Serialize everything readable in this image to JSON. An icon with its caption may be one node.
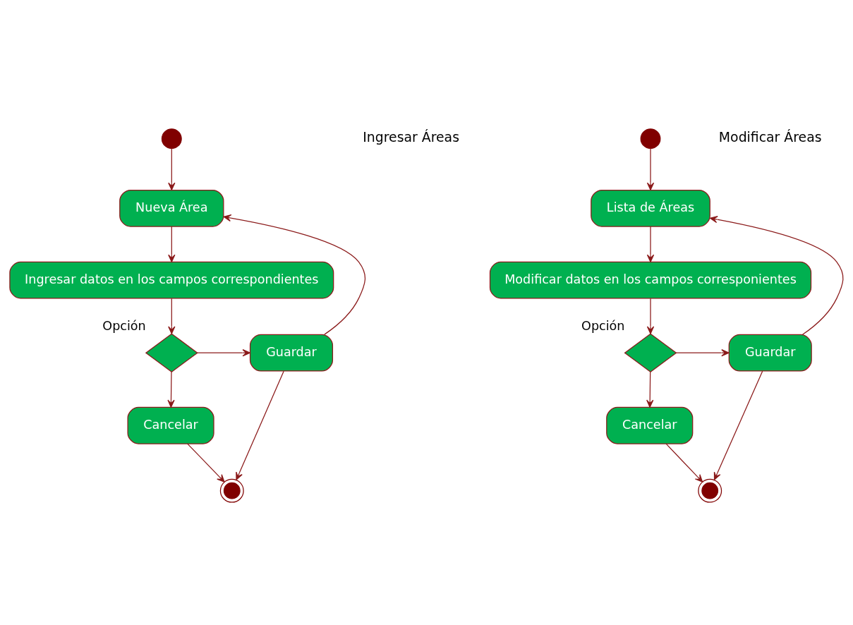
{
  "diagram": {
    "nodes": [
      {
        "text": [],
        "shape": "circle"
      },
      {
        "text": [
          "Nueva Área"
        ]
      },
      {
        "text": [
          "Ingresar datos en los campos correspondientes"
        ]
      },
      {
        "text": [],
        "shape": "diamond",
        "beside": [
          "Opción"
        ]
      },
      {
        "text": [
          "Guardar"
        ]
      },
      {
        "text": [
          "Cancelar"
        ]
      },
      {
        "text": [],
        "shape": "bullseye"
      },
      {
        "text": [],
        "shape": "circle"
      },
      {
        "text": [
          "Lista de Áreas"
        ]
      },
      {
        "text": [
          "Modificar datos en los campos corresponientes"
        ]
      },
      {
        "text": [],
        "shape": "diamond",
        "beside": [
          "Opción"
        ]
      },
      {
        "text": [
          "Guardar"
        ]
      },
      {
        "text": [
          "Cancelar"
        ]
      },
      {
        "text": [],
        "shape": "bullseye"
      }
    ],
    "edges": [
      {
        "from": 0,
        "to": 1,
        "arrow": "to"
      },
      {
        "from": 1,
        "to": 2,
        "arrow": "to"
      },
      {
        "from": 2,
        "to": 3,
        "arrow": "to"
      },
      {
        "from": 3,
        "to": 4,
        "arrow": "to"
      },
      {
        "from": 3,
        "to": 5,
        "arrow": "to"
      },
      {
        "from": 4,
        "to": 1,
        "arrow": "to"
      },
      {
        "from": 4,
        "to": 6,
        "arrow": "to"
      },
      {
        "from": 5,
        "to": 6,
        "arrow": "to"
      },
      {
        "from": 7,
        "to": 8,
        "arrow": "to"
      },
      {
        "from": 8,
        "to": 9,
        "arrow": "to"
      },
      {
        "from": 9,
        "to": 10,
        "arrow": "to"
      },
      {
        "from": 10,
        "to": 11,
        "arrow": "to"
      },
      {
        "from": 10,
        "to": 12,
        "arrow": "to"
      },
      {
        "from": 11,
        "to": 8,
        "arrow": "to"
      },
      {
        "from": 11,
        "to": 13,
        "arrow": "to"
      },
      {
        "from": 12,
        "to": 13,
        "arrow": "to"
      }
    ],
    "labels": [
      "Ingresar Áreas",
      "Modificar Áreas"
    ]
  }
}
